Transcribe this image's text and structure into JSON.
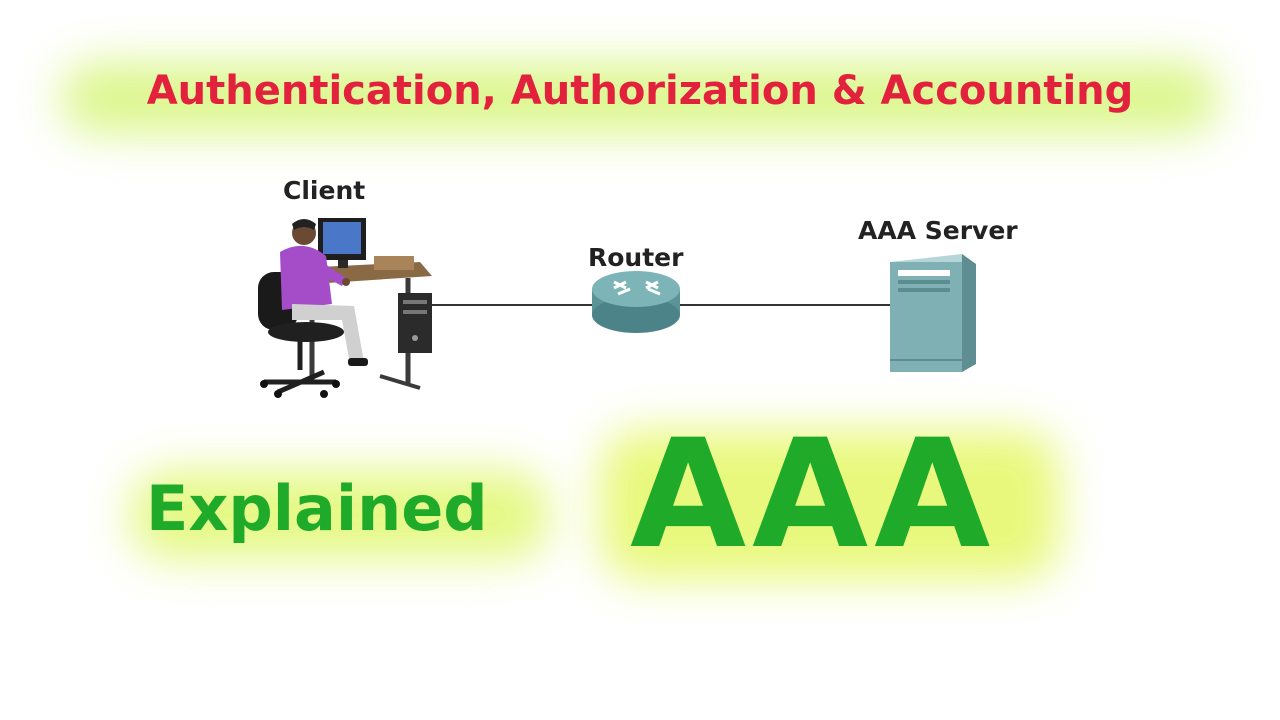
{
  "title": "Authentication, Authorization & Accounting",
  "diagram": {
    "client_label": "Client",
    "router_label": "Router",
    "server_label": "AAA Server"
  },
  "footer": {
    "explained": "Explained",
    "acronym": "AAA"
  },
  "colors": {
    "title": "#e2213c",
    "accent_green": "#1faa2a",
    "glow": "#d6f57a",
    "router_body": "#5f9ea0",
    "server_body": "#7fb0b4"
  },
  "icons": [
    "person-at-computer-icon",
    "router-icon",
    "server-icon"
  ]
}
